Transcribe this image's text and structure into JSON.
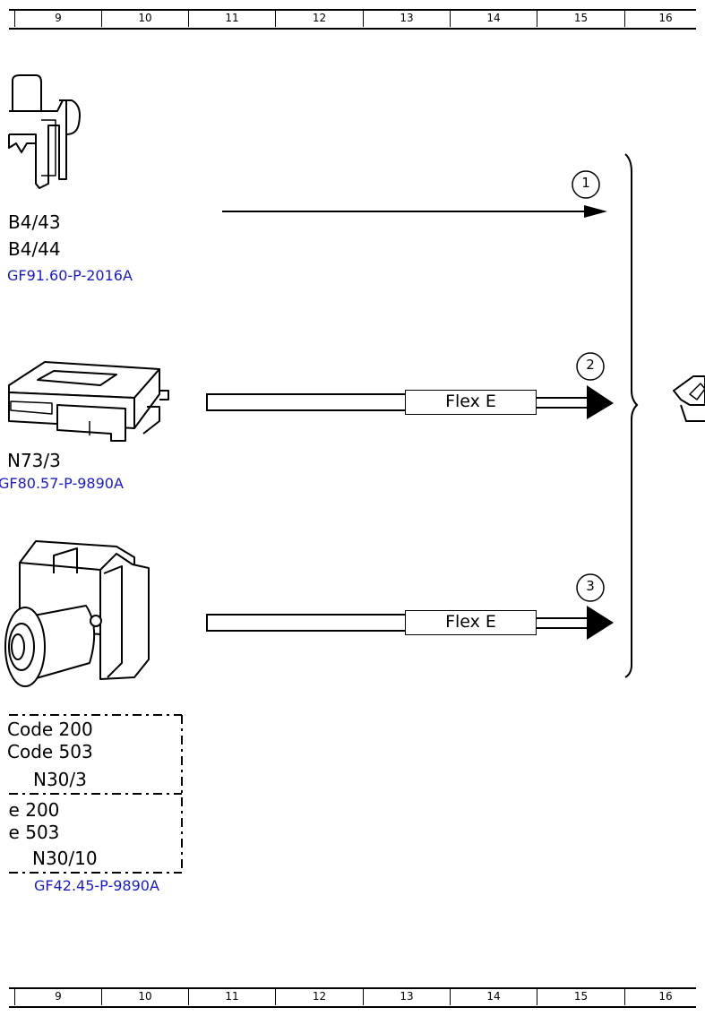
{
  "ruler": {
    "columns": [
      "9",
      "10",
      "11",
      "12",
      "13",
      "14",
      "15",
      "16"
    ]
  },
  "components": [
    {
      "codes": [
        "B4/43",
        "B4/44"
      ],
      "reference": "GF91.60-P-2016A"
    },
    {
      "codes": [
        "N73/3"
      ],
      "reference": "GF80.57-P-9890A"
    }
  ],
  "signals": [
    {
      "number": "1",
      "bus": ""
    },
    {
      "number": "2",
      "bus": "Flex E"
    },
    {
      "number": "3",
      "bus": "Flex E"
    }
  ],
  "variants": {
    "box1": {
      "lines": [
        "Code 200",
        "Code 503"
      ],
      "unit": "N30/3"
    },
    "box2": {
      "lines": [
        "le 200",
        "le 503"
      ],
      "unit": "N30/10"
    },
    "reference": "GF42.45-P-9890A"
  },
  "colors": {
    "link": "#1a1acc",
    "line": "#000000"
  }
}
